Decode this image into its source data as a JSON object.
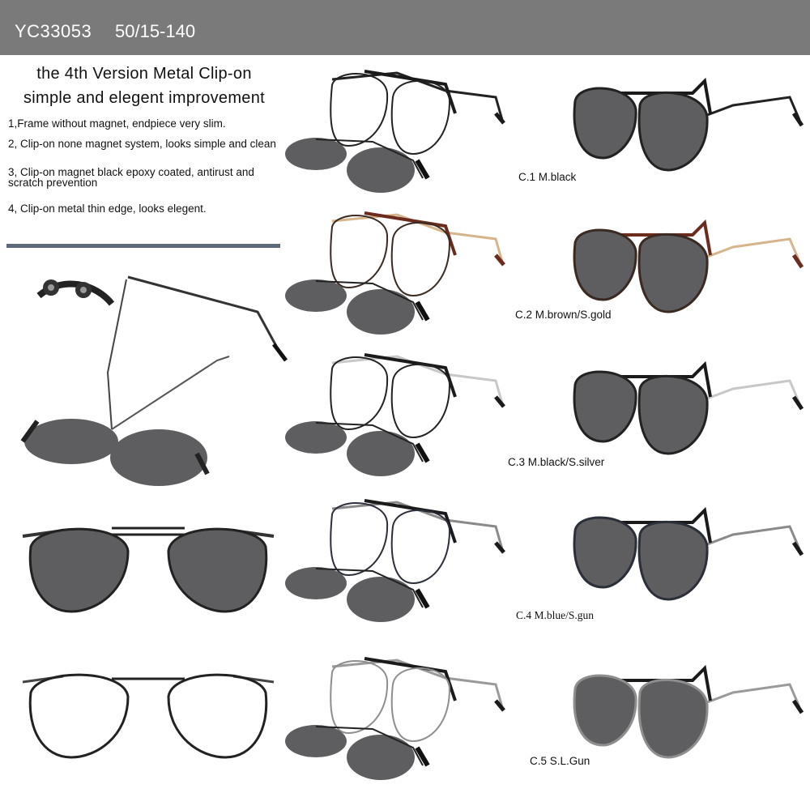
{
  "header": {
    "model": "YC33053",
    "size": "50/15-140"
  },
  "headline": {
    "line1": "the 4th Version Metal Clip-on",
    "line2": "simple and elegent improvement"
  },
  "features": [
    "1,Frame without magnet, endpiece very slim.",
    "2, Clip-on none magnet system, looks simple and clean",
    "3, Clip-on magnet black epoxy coated, antirust and scratch prevention",
    "4, Clip-on metal thin edge, looks elegent."
  ],
  "variants": [
    {
      "label": "C.1 M.black",
      "front_color": "#222222",
      "temple_color": "#222222",
      "tip_color": "#1a1a1a"
    },
    {
      "label": "C.2 M.brown/S.gold",
      "front_color": "#3a2a22",
      "temple_color": "#d7b58c",
      "tip_color": "#6b2c1e"
    },
    {
      "label": "C.3 M.black/S.silver",
      "front_color": "#222222",
      "temple_color": "#c8c8c8",
      "tip_color": "#1a1a1a"
    },
    {
      "label": "C.4 M.blue/S.gun",
      "front_color": "#2b2f3a",
      "temple_color": "#8a8a8a",
      "tip_color": "#1a1a1a"
    },
    {
      "label": "C.5 S.L.Gun",
      "front_color": "#8e8e8e",
      "temple_color": "#9a9a9a",
      "tip_color": "#1a1a1a"
    }
  ],
  "colors": {
    "header_bg": "#7a7a7a",
    "divider": "#5d6a7c",
    "lens_tint": "#5e5e60"
  }
}
